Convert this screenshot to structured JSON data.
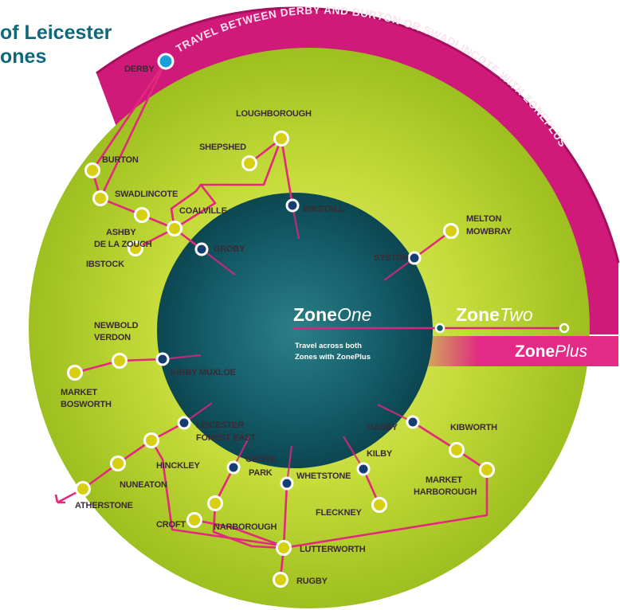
{
  "header": {
    "title_line1": "of Leicester",
    "title_line2": "ones"
  },
  "arc_banner": "TRAVEL BETWEEN DERBY AND BURTON OR SWADLINCOTE WITH ZONEPLUS",
  "zones": {
    "one_bold": "Zone",
    "one_italic": "One",
    "two_bold": "Zone",
    "two_italic": "Two",
    "plus_bold": "Zone",
    "plus_italic": "Plus",
    "note_line1": "Travel across both",
    "note_line2": "Zones with ZonePlus"
  },
  "stations": {
    "derby": "DERBY",
    "burton": "BURTON",
    "swadlincote": "SWADLINCOTE",
    "ashby_1": "ASHBY",
    "ashby_2": "DE LA ZOUCH",
    "coalville": "COALVILLE",
    "shepshed": "SHEPSHED",
    "loughborough": "LOUGHBOROUGH",
    "ibstock": "IBSTOCK",
    "groby": "GROBY",
    "birstall": "BIRSTALL",
    "syston": "SYSTON",
    "melton_1": "MELTON",
    "melton_2": "MOWBRAY",
    "newbold_1": "NEWBOLD",
    "newbold_2": "VERDON",
    "kirby_muxloe": "KIRBY MUXLOE",
    "market_bosworth_1": "MARKET",
    "market_bosworth_2": "BOSWORTH",
    "lfe_1": "LEICESTER",
    "lfe_2": "FOREST EAST",
    "hinckley": "HINCKLEY",
    "grove_park_1": "GROVE",
    "grove_park_2": "PARK",
    "nuneaton": "NUNEATON",
    "atherstone": "ATHERSTONE",
    "whetstone": "WHETSTONE",
    "kilby": "KILBY",
    "oadby": "OADBY",
    "kibworth": "KIBWORTH",
    "market_harborough_1": "MARKET",
    "market_harborough_2": "HARBOROUGH",
    "fleckney": "FLECKNEY",
    "narborough": "NARBOROUGH",
    "croft": "CROFT",
    "lutterworth": "LUTTERWORTH",
    "rugby": "RUGBY"
  },
  "colors": {
    "zone_one": "#0f5762",
    "zone_two": "#a3c523",
    "zone_plus": "#d5157d",
    "route": "#e3287e",
    "stop_fill": "#d7cf12",
    "heading": "#11677a"
  }
}
